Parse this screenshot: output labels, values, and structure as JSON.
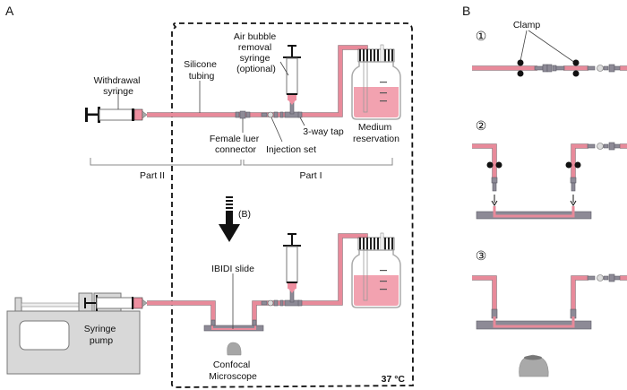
{
  "panels": {
    "a": {
      "label": "A",
      "top_setup": {
        "labels": {
          "withdrawal_syringe": [
            "Withdrawal",
            "syringe"
          ],
          "silicone_tubing": [
            "Silicone",
            "tubing"
          ],
          "air_bubble_syringe": [
            "Air bubble",
            "removal",
            "syringe",
            "(optional)"
          ],
          "female_luer": [
            "Female luer",
            "connector"
          ],
          "injection_set": "Injection set",
          "three_way_tap": "3-way tap",
          "medium_reservation": [
            "Medium",
            "reservation"
          ]
        },
        "sections": {
          "part2": "Part II",
          "part1": "Part I"
        }
      },
      "arrow_label": "(B)",
      "bottom_setup": {
        "labels": {
          "syringe_pump": [
            "Syringe",
            "pump"
          ],
          "ibidi_slide": "IBIDI slide",
          "confocal": [
            "Confocal",
            "Microscope"
          ]
        }
      },
      "incubator_temp": "37 °C"
    },
    "b": {
      "label": "B",
      "steps": [
        {
          "number": "①",
          "annotation": "Clamp"
        },
        {
          "number": "②"
        },
        {
          "number": "③"
        }
      ]
    }
  },
  "colors": {
    "tubing": "#e88a9a",
    "medium": "#f2a2b0",
    "connector": "#8d8a96",
    "outline": "#111111"
  }
}
